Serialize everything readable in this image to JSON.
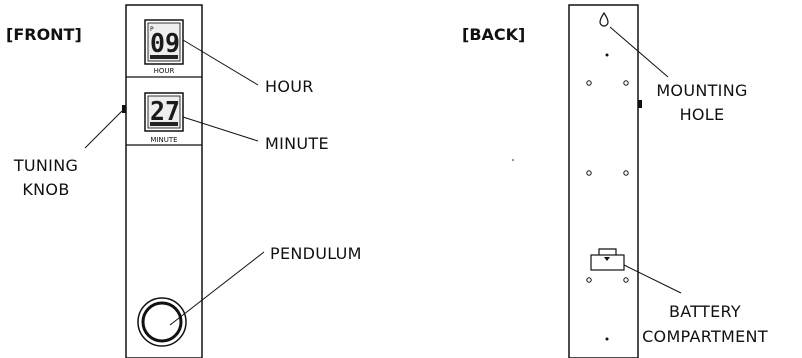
{
  "front_label": "[FRONT]",
  "back_label": "[BACK]",
  "hour_display": {
    "value": "09",
    "small_indicator": "P",
    "caption": "HOUR"
  },
  "minute_display": {
    "value": "27",
    "caption": "MINUTE"
  },
  "callouts": {
    "hour": "HOUR",
    "minute": "MINUTE",
    "tuning_knob": [
      "TUNING",
      "KNOB"
    ],
    "pendulum": "PENDULUM",
    "mounting_hole": [
      "MOUNTING",
      "HOLE"
    ],
    "battery": [
      "BATTERY",
      "COMPARTMENT"
    ]
  }
}
